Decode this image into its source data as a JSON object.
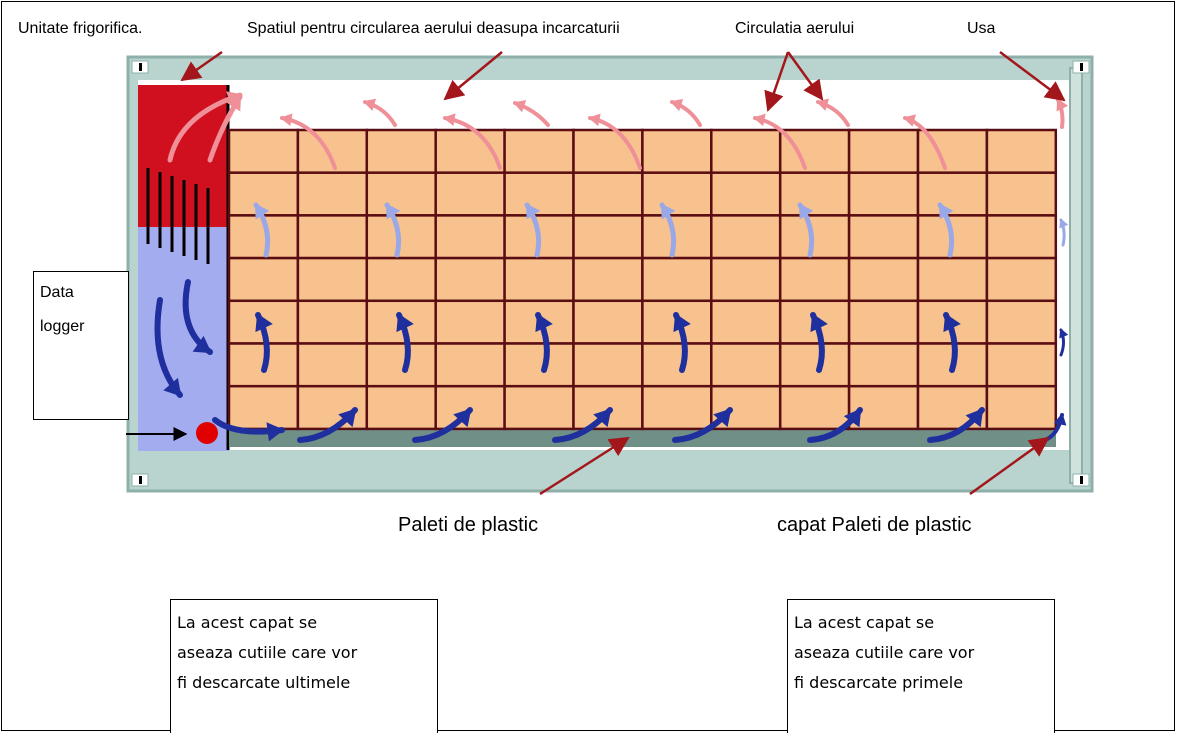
{
  "labels": {
    "refrigeration_unit": "Unitate frigorifica.",
    "air_space": "Spatiul pentru circularea aerului deasupa incarcaturii",
    "air_circulation": "Circulatia aerului",
    "door": "Usa",
    "data_logger": [
      "Data",
      "logger"
    ],
    "plastic_pallets": "Paleti de plastic",
    "end_plastic_pallets": "capat Paleti de plastic"
  },
  "notes": {
    "left_end": [
      "La acest capat se",
      "aseaza cutiile care vor",
      "fi descarcate ultimele"
    ],
    "right_end": [
      "La acest capat se",
      "aseaza cutiile care vor",
      "fi descarcate primele"
    ]
  },
  "colors": {
    "container_frame": "#b9d4cf",
    "frame_border": "#8fb0aa",
    "refrigeration_hot": "#d0101e",
    "refrigeration_cold": "#a3acef",
    "cargo_box": "#f7c28e",
    "cargo_grid": "#5a0d12",
    "pallet": "#6f8f87",
    "pointer_arrow": "#a3161c",
    "warm_air": "#ef8f98",
    "light_cold_air": "#9aa8e8",
    "cold_air": "#1f2f9e",
    "logger_dot": "#e00000"
  }
}
